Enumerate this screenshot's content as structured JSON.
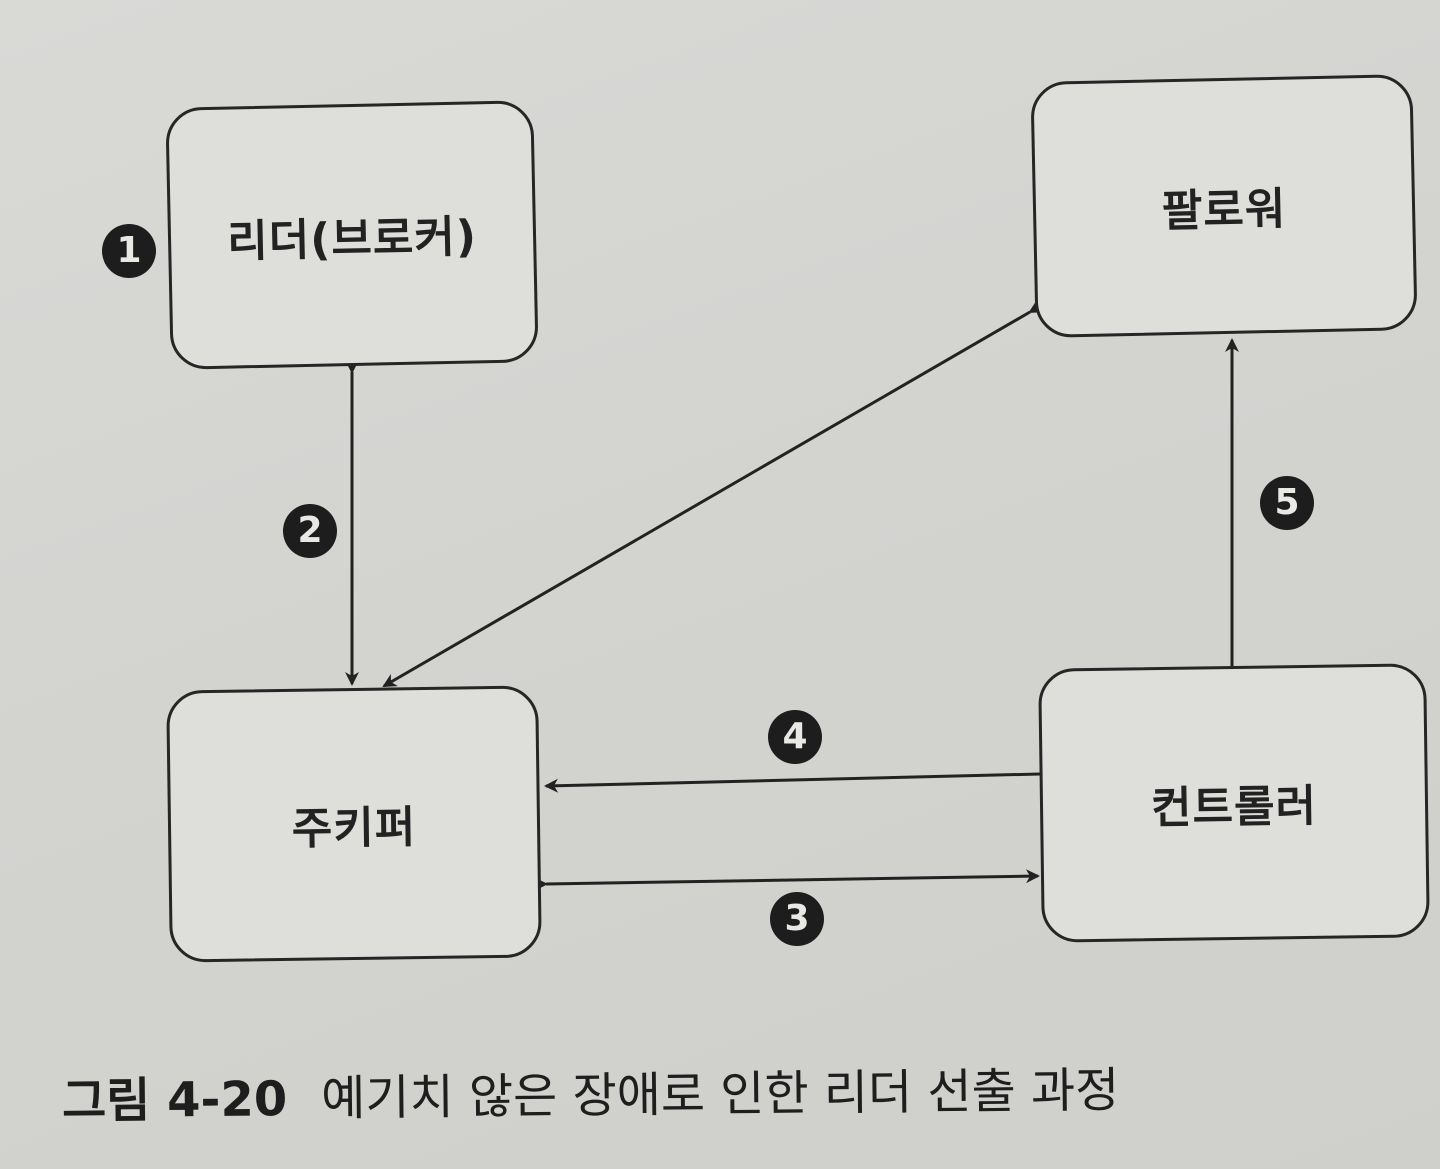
{
  "nodes": {
    "leader": "리더(브로커)",
    "follower": "팔로워",
    "zookeeper": "주키퍼",
    "controller": "컨트롤러"
  },
  "steps": [
    "1",
    "2",
    "3",
    "4",
    "5"
  ],
  "caption": {
    "figure_number": "그림 4-20",
    "title": "예기치 않은 장애로 인한 리더 선출 과정"
  },
  "colors": {
    "paper": "#d5d5d2",
    "ink": "#1c1c1c"
  }
}
